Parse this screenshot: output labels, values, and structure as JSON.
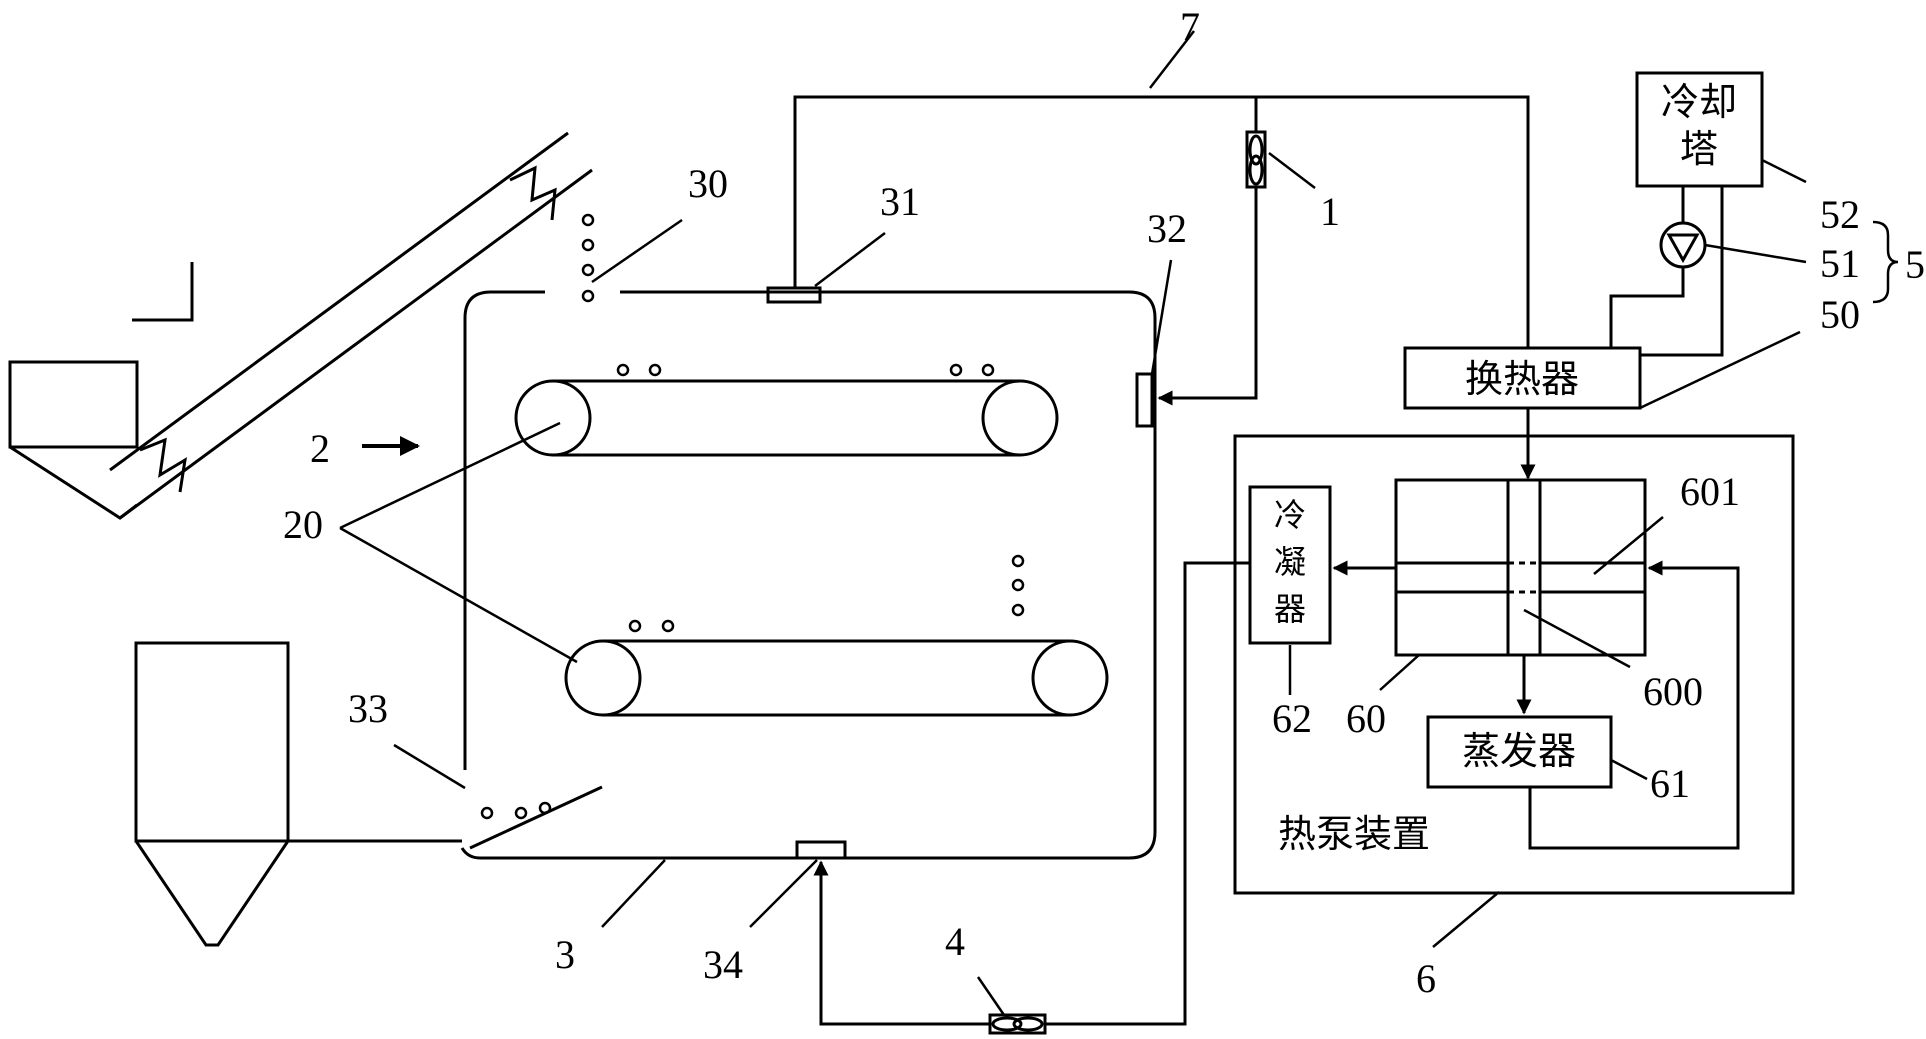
{
  "labels": {
    "n1": "1",
    "n2": "2",
    "n3": "3",
    "n4": "4",
    "n5": "5",
    "n6": "6",
    "n7": "7",
    "n20": "20",
    "n30": "30",
    "n31": "31",
    "n32": "32",
    "n33": "33",
    "n34": "34",
    "n50": "50",
    "n51": "51",
    "n52": "52",
    "n60": "60",
    "n61": "61",
    "n62": "62",
    "n600": "600",
    "n601": "601"
  },
  "boxes": {
    "cooling_tower_line1": "冷却",
    "cooling_tower_line2": "塔",
    "heat_exchanger": "换热器",
    "evaporator": "蒸发器",
    "condenser_char1": "冷",
    "condenser_char2": "凝",
    "condenser_char3": "器",
    "heat_pump_device": "热泵装置"
  }
}
